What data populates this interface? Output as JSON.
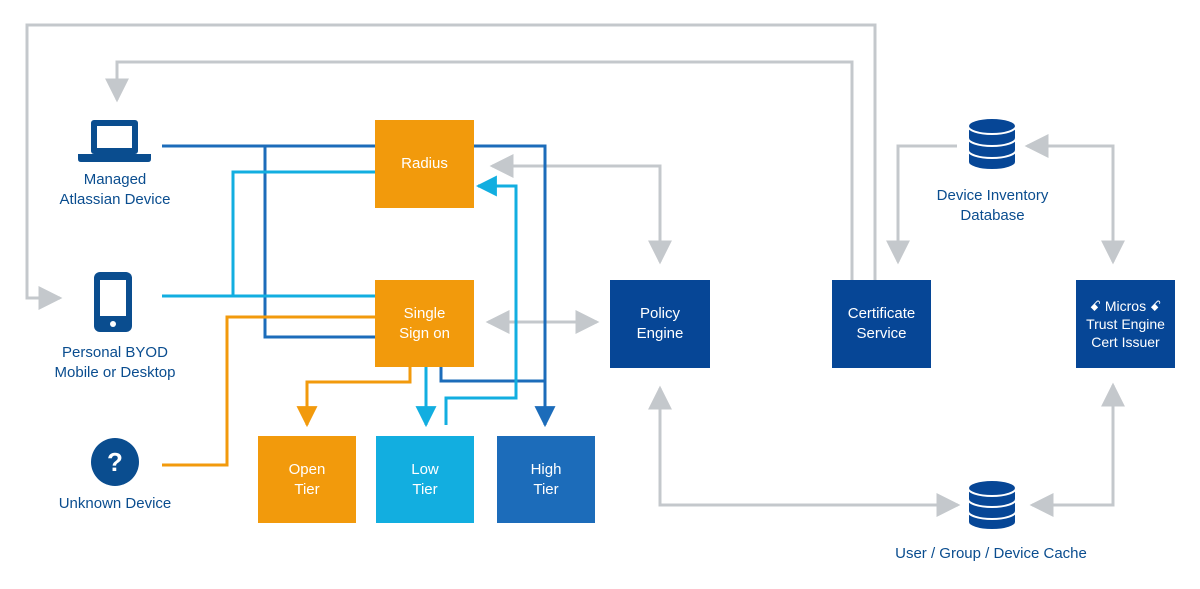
{
  "devices": {
    "managed": "Managed\nAtlassian Device",
    "byod": "Personal BYOD\nMobile or Desktop",
    "unknown": "Unknown Device",
    "unknown_glyph": "?"
  },
  "boxes": {
    "radius": "Radius",
    "sso": "Single\nSign on",
    "open_tier": "Open\nTier",
    "low_tier": "Low\nTier",
    "high_tier": "High\nTier",
    "policy_engine": "Policy\nEngine",
    "certificate_service": "Certificate\nService",
    "trust_engine": "ꗃ Micros ꗃ\nTrust Engine\nCert Issuer"
  },
  "databases": {
    "device_inventory": "Device Inventory\nDatabase",
    "cache": "User / Group / Device Cache"
  },
  "colors": {
    "orange": "#f29a0c",
    "light_blue": "#12aee0",
    "mid_blue": "#1c6cba",
    "navy": "#064696",
    "grey_arrow": "#c4c8cc"
  },
  "icons": [
    "laptop-icon",
    "mobile-icon",
    "question-icon",
    "database-icon"
  ]
}
